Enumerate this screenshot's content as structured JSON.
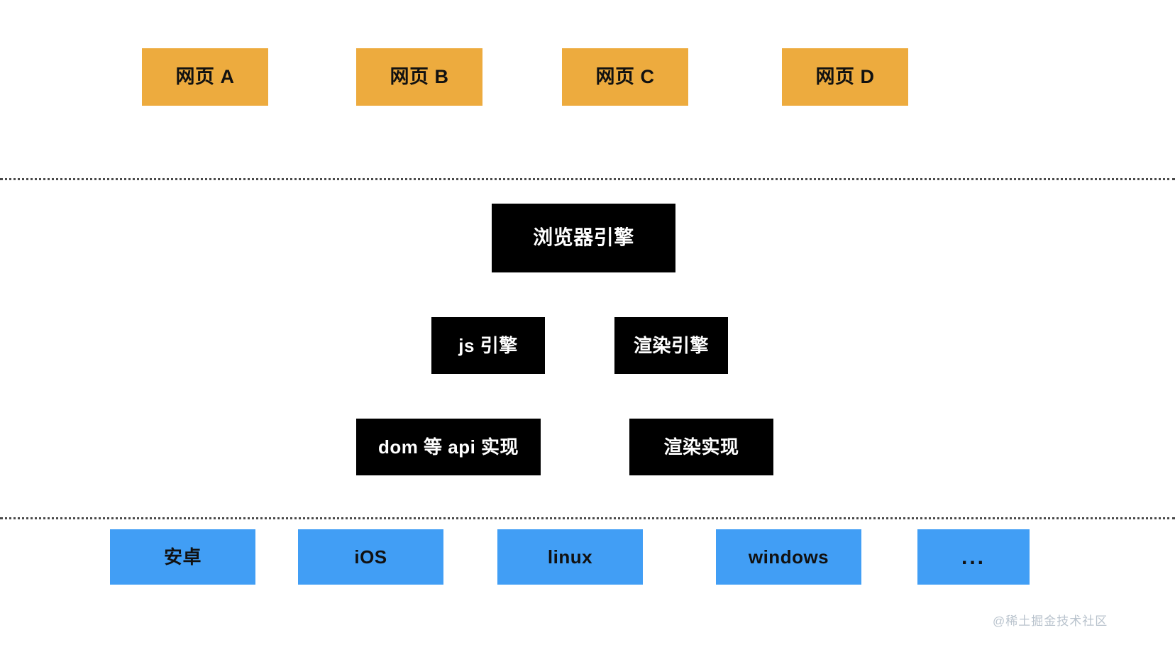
{
  "diagram": {
    "title": "browser-architecture-layers",
    "colors": {
      "webpage_fill": "#edab3e",
      "engine_fill": "#000000",
      "engine_text": "#ffffff",
      "os_fill": "#419ef5",
      "divider": "#4a4a4a",
      "watermark": "#b9c3cd",
      "background": "#ffffff"
    },
    "layers": {
      "webpages": {
        "name": "web-pages-layer",
        "items": [
          {
            "label": "网页 A"
          },
          {
            "label": "网页 B"
          },
          {
            "label": "网页 C"
          },
          {
            "label": "网页 D"
          }
        ]
      },
      "browser_engine": {
        "name": "browser-engine-layer",
        "root": {
          "label": "浏览器引擎"
        },
        "engines": [
          {
            "label": "js 引擎"
          },
          {
            "label": "渲染引擎"
          }
        ],
        "implementations": [
          {
            "label": "dom 等 api 实现"
          },
          {
            "label": "渲染实现"
          }
        ]
      },
      "operating_systems": {
        "name": "operating-system-layer",
        "items": [
          {
            "label": "安卓"
          },
          {
            "label": "iOS"
          },
          {
            "label": "linux"
          },
          {
            "label": "windows"
          },
          {
            "label": "..."
          }
        ]
      }
    },
    "watermark": "@稀土掘金技术社区"
  }
}
